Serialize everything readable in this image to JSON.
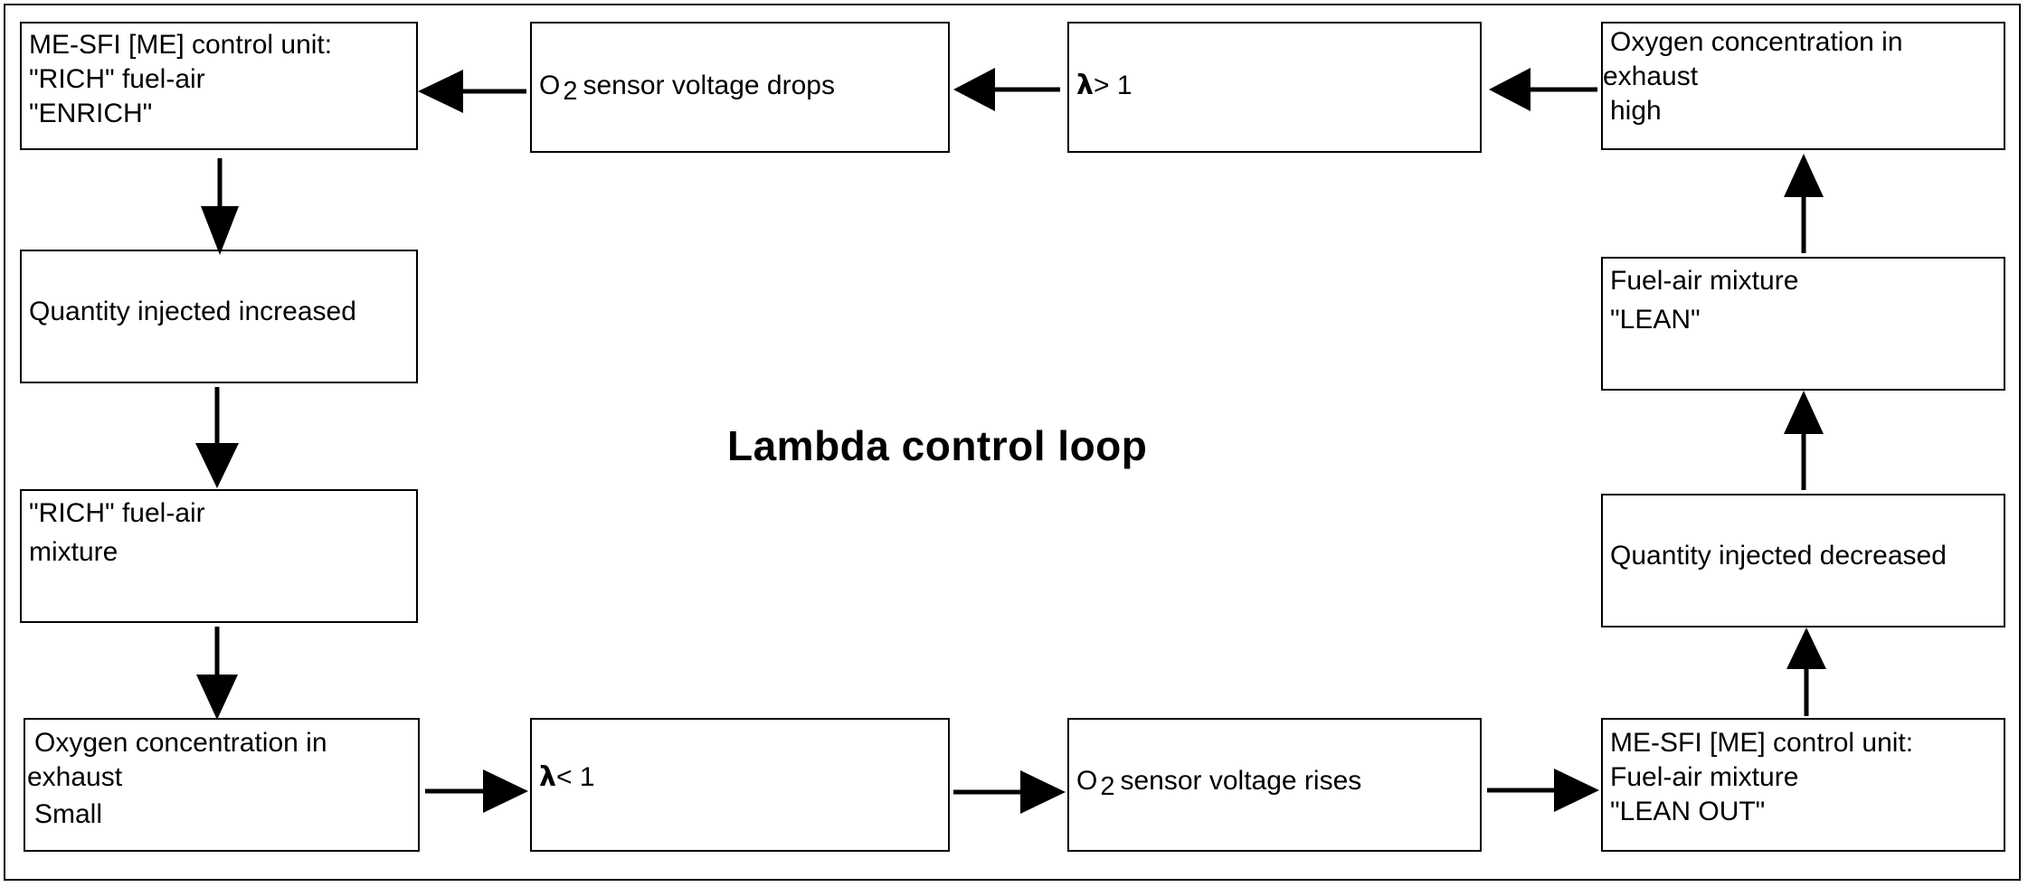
{
  "diagram": {
    "title": "Lambda control loop",
    "nodes": {
      "cu_rich": {
        "lines": [
          "ME-SFI [ME] control unit:",
          "\"RICH\" fuel-air",
          "\"ENRICH\""
        ]
      },
      "o2_drops": {
        "prefix": "O",
        "sub": "2",
        "rest": "sensor voltage drops"
      },
      "lambda_gt": {
        "symbol": "λ",
        "rest": "> 1"
      },
      "oxy_high": {
        "lines": [
          "Oxygen concentration in",
          "exhaust",
          "high"
        ]
      },
      "qty_increased": {
        "lines": [
          "Quantity injected increased"
        ]
      },
      "fuel_lean": {
        "lines": [
          "Fuel-air mixture",
          "\"LEAN\""
        ]
      },
      "rich_mixture": {
        "lines": [
          "\"RICH\" fuel-air",
          "mixture"
        ]
      },
      "qty_decreased": {
        "lines": [
          "Quantity injected decreased"
        ]
      },
      "oxy_small": {
        "lines": [
          "Oxygen concentration in",
          "exhaust",
          "Small"
        ]
      },
      "lambda_lt": {
        "symbol": "λ",
        "rest": "< 1"
      },
      "o2_rises": {
        "prefix": "O",
        "sub": "2",
        "rest": "sensor voltage rises"
      },
      "cu_lean": {
        "lines": [
          "ME-SFI [ME] control unit:",
          "Fuel-air mixture",
          "\"LEAN OUT\""
        ]
      }
    },
    "edges": [
      {
        "from": "oxy_high",
        "to": "lambda_gt"
      },
      {
        "from": "lambda_gt",
        "to": "o2_drops"
      },
      {
        "from": "o2_drops",
        "to": "cu_rich"
      },
      {
        "from": "cu_rich",
        "to": "qty_increased"
      },
      {
        "from": "qty_increased",
        "to": "rich_mixture"
      },
      {
        "from": "rich_mixture",
        "to": "oxy_small"
      },
      {
        "from": "oxy_small",
        "to": "lambda_lt"
      },
      {
        "from": "lambda_lt",
        "to": "o2_rises"
      },
      {
        "from": "o2_rises",
        "to": "cu_lean"
      },
      {
        "from": "cu_lean",
        "to": "qty_decreased"
      },
      {
        "from": "qty_decreased",
        "to": "fuel_lean"
      },
      {
        "from": "fuel_lean",
        "to": "oxy_high"
      }
    ]
  }
}
